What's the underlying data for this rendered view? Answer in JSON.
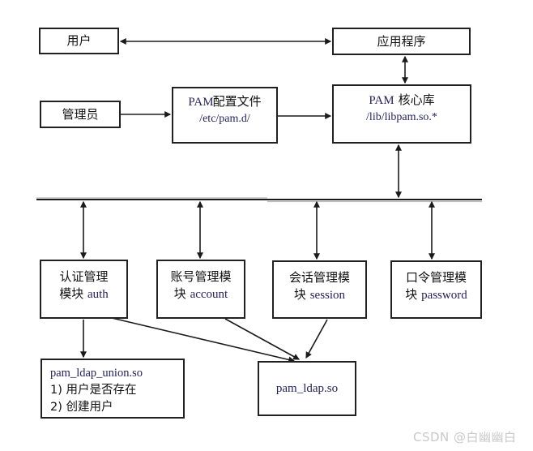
{
  "diagram": {
    "nodes": {
      "user": {
        "label": "用户"
      },
      "app": {
        "label": "应用程序"
      },
      "admin": {
        "label": "管理员"
      },
      "conf": {
        "title_en": "PAM",
        "title_zh": "配置文件",
        "path": "/etc/pam.d/"
      },
      "core": {
        "title_en": "PAM",
        "title_zh": "核心库",
        "path": "/lib/libpam.so.*"
      },
      "auth": {
        "line1": "认证管理",
        "line2_zh": "模块",
        "line2_en": "auth"
      },
      "account": {
        "line1": "账号管理模",
        "line2_zh": "块",
        "line2_en": "account"
      },
      "session": {
        "line1": "会话管理模",
        "line2_zh": "块",
        "line2_en": "session"
      },
      "password": {
        "line1": "口令管理模",
        "line2_zh": "块",
        "line2_en": "password"
      },
      "union": {
        "line1": "pam_ldap_union.so",
        "line2": "1) 用户是否存在",
        "line3": "2) 创建用户"
      },
      "ldap": {
        "label": "pam_ldap.so"
      }
    },
    "colors": {
      "line": "#1b1b1b",
      "box_border": "#212121",
      "text": "#121212",
      "latin_text": "#23235f",
      "watermark": "#c9c9c9",
      "background": "#ffffff"
    }
  },
  "watermark": "CSDN @白幽幽白"
}
